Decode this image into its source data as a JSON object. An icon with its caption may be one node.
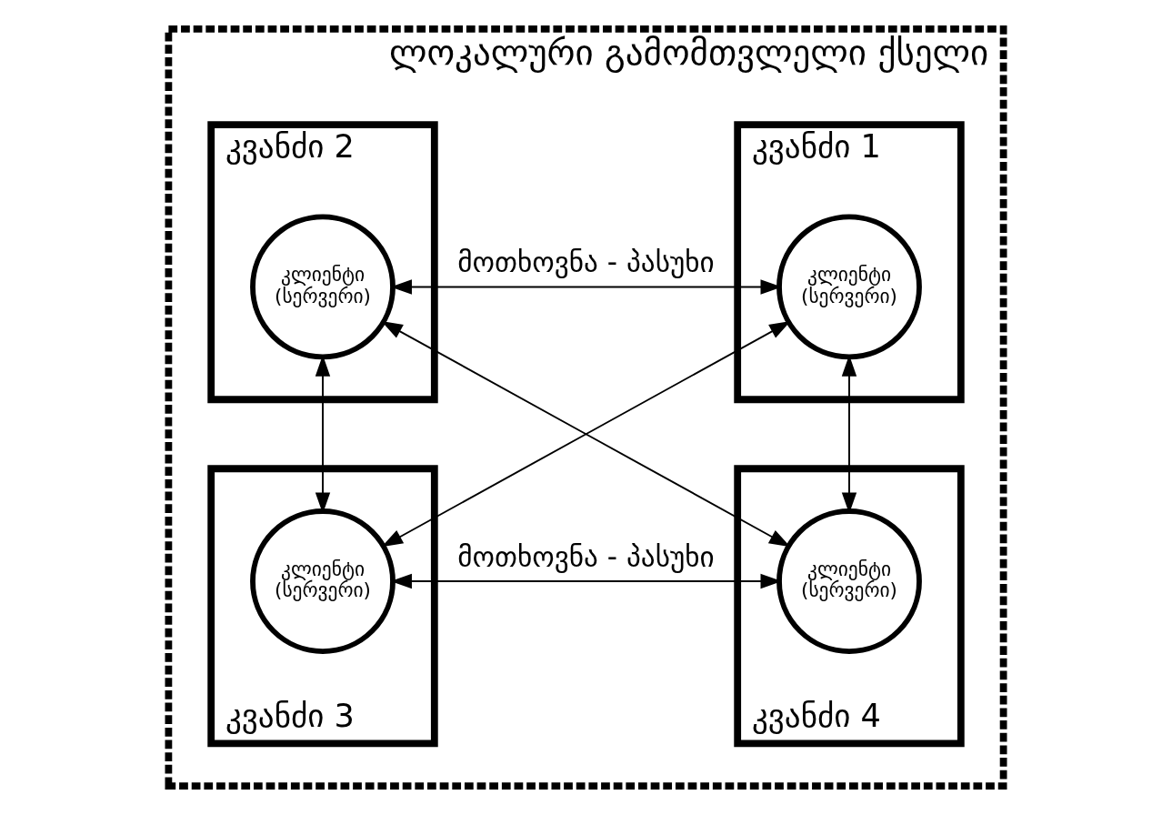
{
  "diagram": {
    "nodes": [
      {
        "text": [
          "ლოკალური გამომთვლელი ქსელი"
        ]
      },
      {
        "text": [
          "კვანძი 1"
        ],
        "in": 0
      },
      {
        "text": [
          "კლიენტი (სერვერი)"
        ],
        "in": 1
      },
      {
        "text": [
          "კვანძი 2"
        ],
        "in": 0
      },
      {
        "text": [
          "კლიენტი (სერვერი)"
        ],
        "in": 3
      },
      {
        "text": [
          "კვანძი 3"
        ],
        "in": 0
      },
      {
        "text": [
          "კლიენტი (სერვერი)"
        ],
        "in": 5
      },
      {
        "text": [
          "კვანძი 4"
        ],
        "in": 0
      },
      {
        "text": [
          "კლიენტი (სერვერი)"
        ],
        "in": 7
      }
    ],
    "edges": [
      {
        "from": 2,
        "to": 4,
        "arrow": "both",
        "label": "მოთხოვნა - პასუხი"
      },
      {
        "from": 2,
        "to": 6,
        "arrow": "both"
      },
      {
        "from": 2,
        "to": 8,
        "arrow": "both"
      },
      {
        "from": 4,
        "to": 6,
        "arrow": "both"
      },
      {
        "from": 4,
        "to": 8,
        "arrow": "both"
      },
      {
        "from": 6,
        "to": 8,
        "arrow": "both",
        "label": "მოთხოვნა - პასუხი"
      }
    ]
  }
}
